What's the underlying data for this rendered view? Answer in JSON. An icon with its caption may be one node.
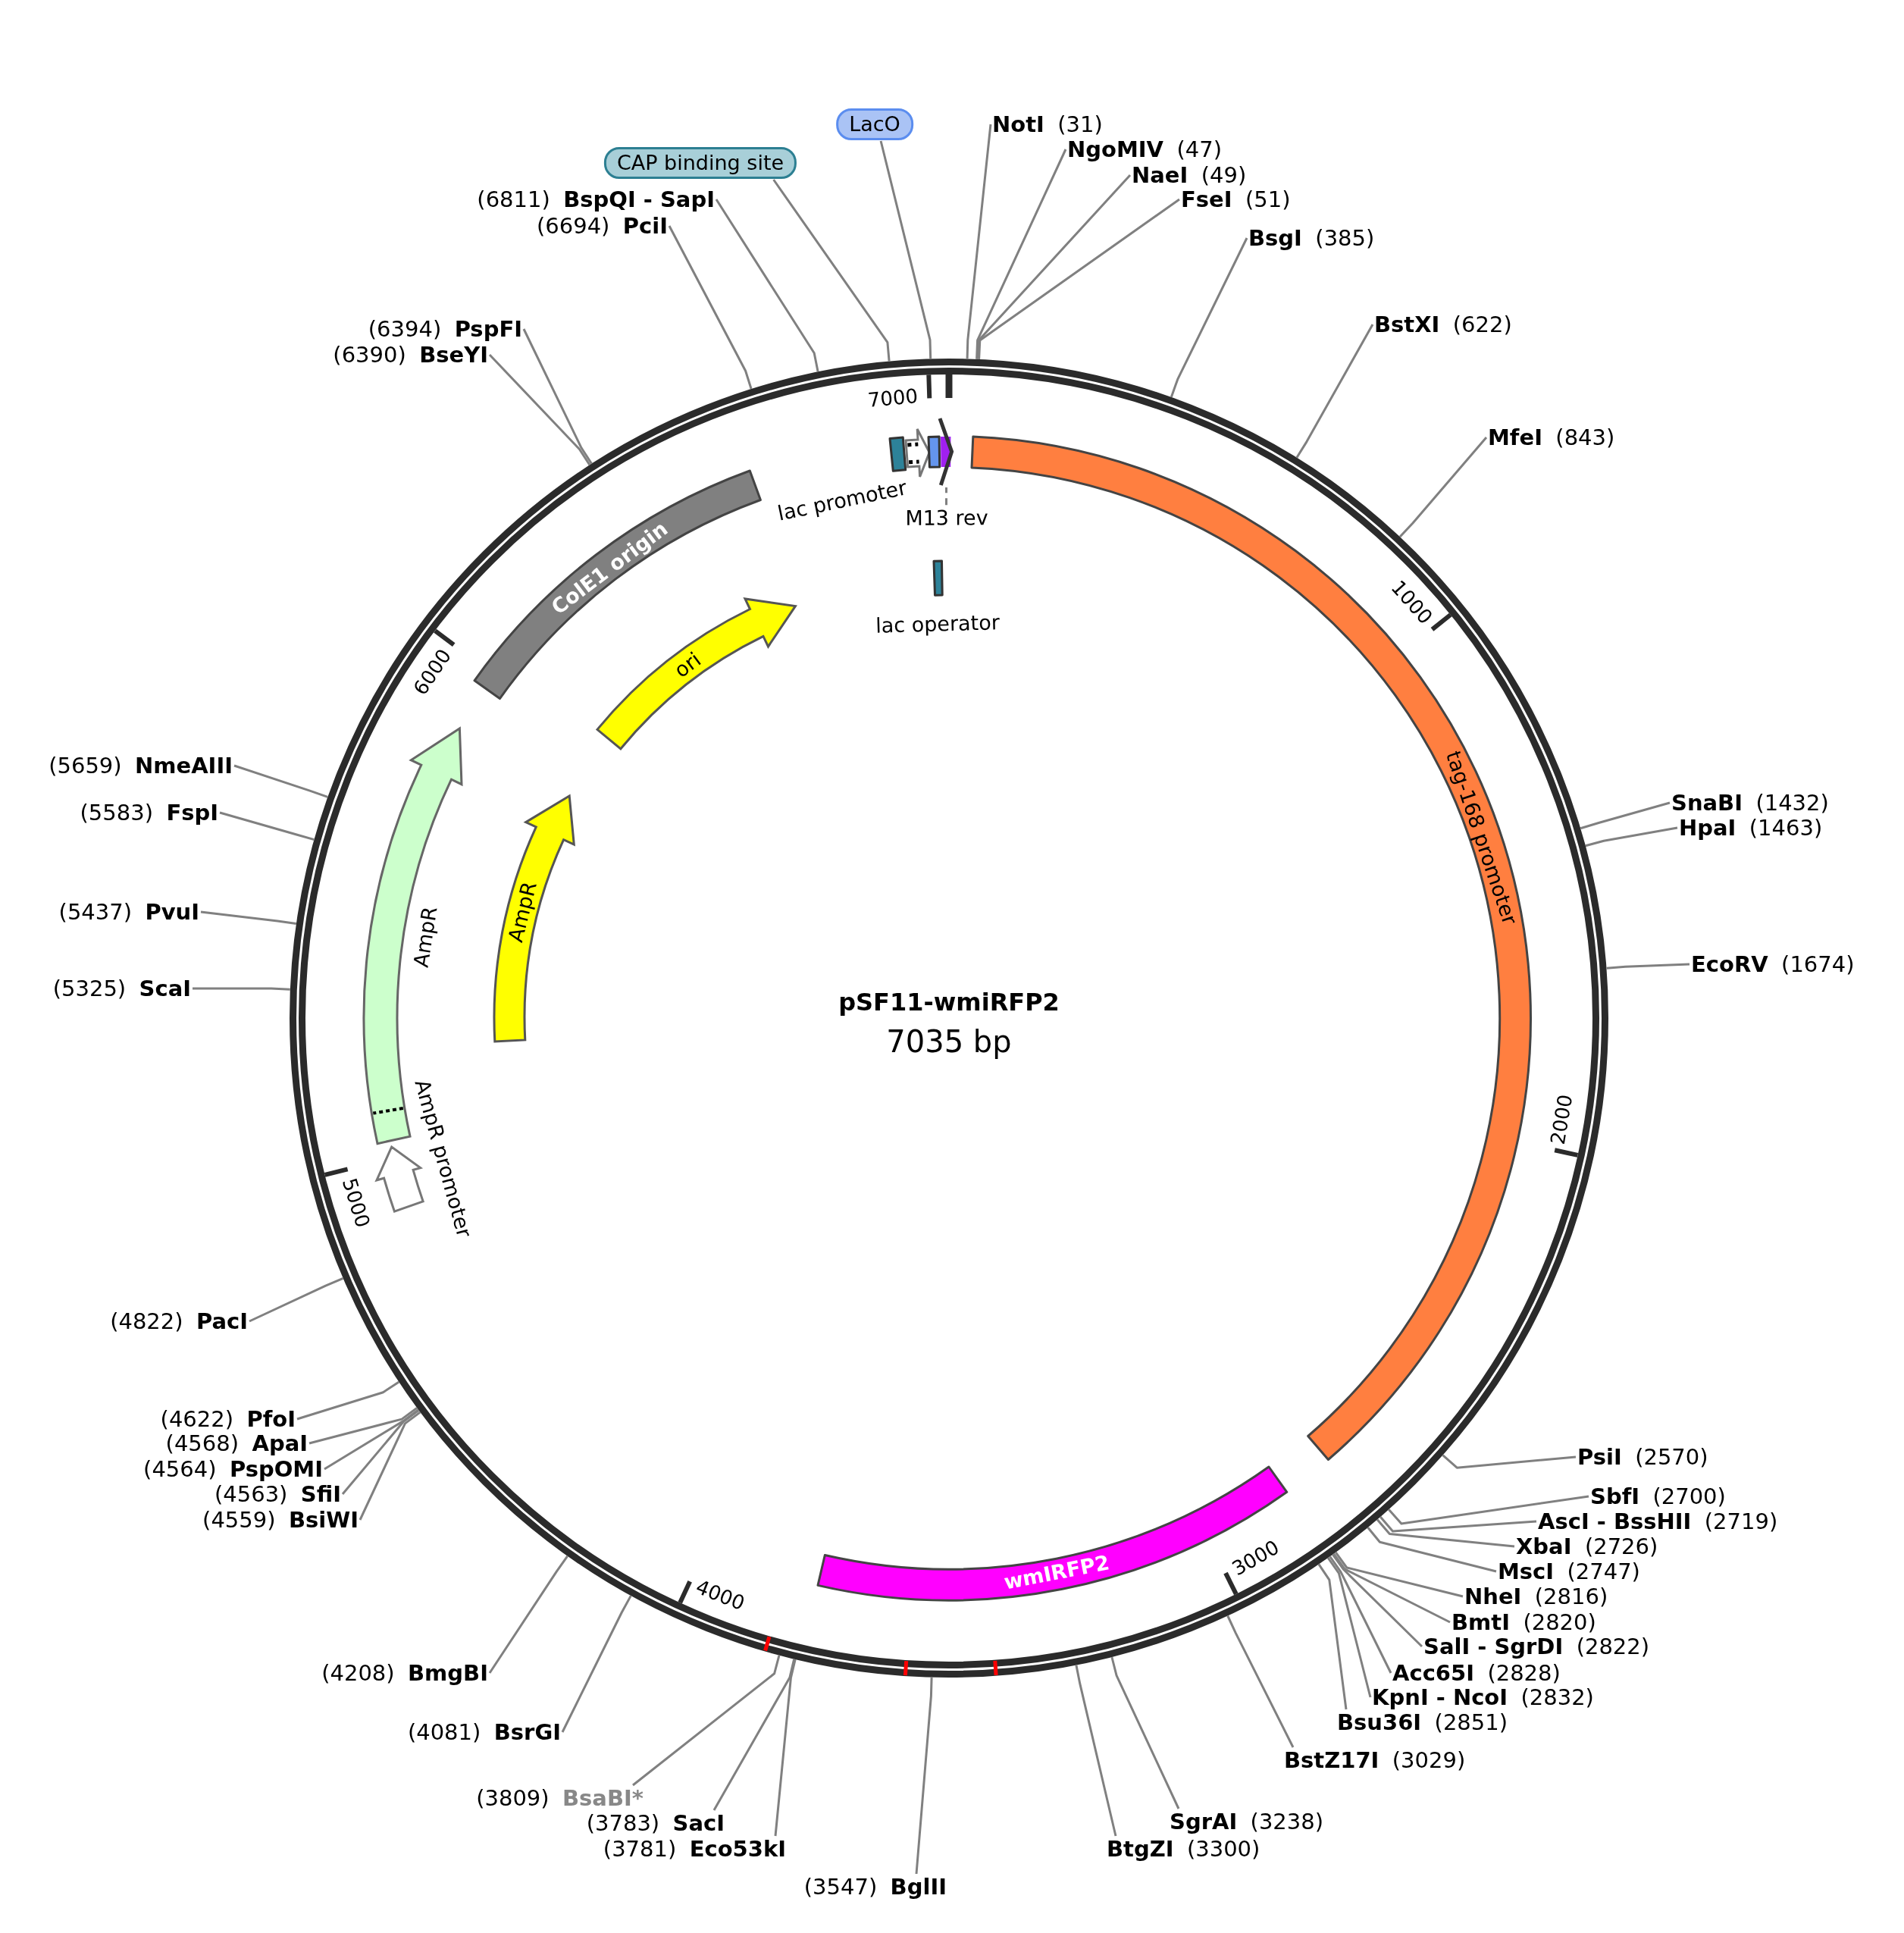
{
  "diagram": {
    "title": "pSF11-wmiRFP2",
    "nodes": [
      {
        "text": [],
        "shape": "circle"
      },
      {
        "text": [
          "CAP binding site"
        ]
      },
      {
        "text": [
          "LacO"
        ]
      },
      {
        "text": [
          "NotI",
          "(31)"
        ]
      },
      {
        "text": [
          "NgoMIV",
          "(47)"
        ]
      },
      {
        "text": [
          "NaeI",
          "(49)"
        ]
      },
      {
        "text": [
          "FseI",
          "(51)"
        ]
      },
      {
        "text": [
          "BsgI",
          "(385)"
        ]
      },
      {
        "text": [
          "BstXI",
          "(622)"
        ]
      },
      {
        "text": [
          "MfeI",
          "(843)"
        ]
      },
      {
        "text": [
          "SnaBI",
          "(1432)"
        ]
      },
      {
        "text": [
          "HpaI",
          "(1463)"
        ]
      },
      {
        "text": [
          "EcoRV",
          "(1674)"
        ]
      },
      {
        "text": [
          "PsiI",
          "(2570)"
        ]
      },
      {
        "text": [
          "SbfI",
          "(2700)"
        ]
      },
      {
        "text": [
          "AscI - BssHII",
          "(2719)"
        ]
      },
      {
        "text": [
          "XbaI",
          "(2726)"
        ]
      },
      {
        "text": [
          "MscI",
          "(2747)"
        ]
      },
      {
        "text": [
          "NheI",
          "(2816)"
        ]
      },
      {
        "text": [
          "BmtI",
          "(2820)"
        ]
      },
      {
        "text": [
          "SalI - SgrDI",
          "(2822)"
        ]
      },
      {
        "text": [
          "Acc65I",
          "(2828)"
        ]
      },
      {
        "text": [
          "KpnI - NcoI",
          "(2832)"
        ]
      },
      {
        "text": [
          "Bsu36I",
          "(2851)"
        ]
      },
      {
        "text": [
          "BstZ17I",
          "(3029)"
        ]
      },
      {
        "text": [
          "SgrAI",
          "(3238)"
        ]
      },
      {
        "text": [
          "BtgZI",
          "(3300)"
        ]
      },
      {
        "text": [
          "(3547)",
          "BglII"
        ]
      },
      {
        "text": [
          "(3781)",
          "Eco53kI"
        ]
      },
      {
        "text": [
          "(3783)",
          "SacI"
        ]
      },
      {
        "text": [
          "(3809)",
          "BsaBI*"
        ]
      },
      {
        "text": [
          "(4081)",
          "BsrGI"
        ]
      },
      {
        "text": [
          "(4208)",
          "BmgBI"
        ]
      },
      {
        "text": [
          "(4559)",
          "BsiWI"
        ]
      },
      {
        "text": [
          "(4563)",
          "SfiI"
        ]
      },
      {
        "text": [
          "(4564)",
          "PspOMI"
        ]
      },
      {
        "text": [
          "(4568)",
          "ApaI"
        ]
      },
      {
        "text": [
          "(4622)",
          "PfoI"
        ]
      },
      {
        "text": [
          "(4822)",
          "PacI"
        ]
      },
      {
        "text": [
          "(5325)",
          "ScaI"
        ]
      },
      {
        "text": [
          "(5437)",
          "PvuI"
        ]
      },
      {
        "text": [
          "(5583)",
          "FspI"
        ]
      },
      {
        "text": [
          "(5659)",
          "NmeAIII"
        ]
      },
      {
        "text": [
          "(6390)",
          "BseYI"
        ]
      },
      {
        "text": [
          "(6394)",
          "PspFI"
        ]
      },
      {
        "text": [
          "(6694)",
          "PciI"
        ]
      },
      {
        "text": [
          "(6811)",
          "BspQI - SapI"
        ]
      },
      {
        "text": [],
        "shape": "box",
        "in": 0
      },
      {
        "text": [
          "lac promoter"
        ],
        "in": 0
      },
      {
        "text": [],
        "shape": "box",
        "in": 0
      },
      {
        "text": [],
        "shape": "arrow",
        "in": 0
      },
      {
        "text": [
          "M13 rev"
        ],
        "in": 0
      },
      {
        "text": [
          "tag-168 promoter"
        ],
        "in": 0
      },
      {
        "text": [
          "lac operator"
        ],
        "in": 0
      },
      {
        "text": [
          "wmIRFP2"
        ],
        "in": 0
      },
      {
        "text": [
          "AmpR promoter"
        ],
        "in": 0
      },
      {
        "text": [],
        "shape": "arrow",
        "beside": [
          "AmpR"
        ],
        "in": 0
      },
      {
        "text": [
          "ColE1 origin"
        ],
        "in": 0
      },
      {
        "text": [
          "AmpR"
        ],
        "in": 0
      },
      {
        "text": [
          "ori"
        ],
        "in": 0
      }
    ],
    "edges": [
      {
        "from": 1,
        "to": 0,
        "arrow": "none"
      },
      {
        "from": 2,
        "to": 0,
        "arrow": "none"
      },
      {
        "from": 3,
        "to": 0,
        "arrow": "none"
      },
      {
        "from": 4,
        "to": 0,
        "arrow": "none"
      },
      {
        "from": 5,
        "to": 0,
        "arrow": "none"
      },
      {
        "from": 6,
        "to": 0,
        "arrow": "none"
      },
      {
        "from": 7,
        "to": 0,
        "arrow": "none"
      },
      {
        "from": 8,
        "to": 0,
        "arrow": "none"
      },
      {
        "from": 9,
        "to": 0,
        "arrow": "none"
      },
      {
        "from": 10,
        "to": 0,
        "arrow": "none"
      },
      {
        "from": 11,
        "to": 0,
        "arrow": "none"
      },
      {
        "from": 12,
        "to": 0,
        "arrow": "none"
      },
      {
        "from": 13,
        "to": 0,
        "arrow": "none"
      },
      {
        "from": 14,
        "to": 0,
        "arrow": "none"
      },
      {
        "from": 15,
        "to": 0,
        "arrow": "none"
      },
      {
        "from": 16,
        "to": 0,
        "arrow": "none"
      },
      {
        "from": 17,
        "to": 0,
        "arrow": "none"
      },
      {
        "from": 18,
        "to": 0,
        "arrow": "none"
      },
      {
        "from": 19,
        "to": 0,
        "arrow": "none"
      },
      {
        "from": 20,
        "to": 0,
        "arrow": "none"
      },
      {
        "from": 21,
        "to": 0,
        "arrow": "none"
      },
      {
        "from": 22,
        "to": 0,
        "arrow": "none"
      },
      {
        "from": 23,
        "to": 0,
        "arrow": "none"
      },
      {
        "from": 24,
        "to": 0,
        "arrow": "none"
      },
      {
        "from": 25,
        "to": 0,
        "arrow": "none"
      },
      {
        "from": 26,
        "to": 0,
        "arrow": "none"
      },
      {
        "from": 27,
        "to": 0,
        "arrow": "none"
      },
      {
        "from": 28,
        "to": 0,
        "arrow": "none"
      },
      {
        "from": 29,
        "to": 0,
        "arrow": "none"
      },
      {
        "from": 30,
        "to": 0,
        "arrow": "none"
      },
      {
        "from": 31,
        "to": 0,
        "arrow": "none"
      },
      {
        "from": 32,
        "to": 0,
        "arrow": "none"
      },
      {
        "from": 33,
        "to": 0,
        "arrow": "none"
      },
      {
        "from": 34,
        "to": 0,
        "arrow": "none"
      },
      {
        "from": 35,
        "to": 0,
        "arrow": "none"
      },
      {
        "from": 36,
        "to": 0,
        "arrow": "none"
      },
      {
        "from": 37,
        "to": 0,
        "arrow": "none"
      },
      {
        "from": 38,
        "to": 0,
        "arrow": "none"
      },
      {
        "from": 39,
        "to": 0,
        "arrow": "none"
      },
      {
        "from": 40,
        "to": 0,
        "arrow": "none"
      },
      {
        "from": 41,
        "to": 0,
        "arrow": "none"
      },
      {
        "from": 42,
        "to": 0,
        "arrow": "none"
      },
      {
        "from": 43,
        "to": 0,
        "arrow": "none"
      },
      {
        "from": 44,
        "to": 0,
        "arrow": "none"
      },
      {
        "from": 45,
        "to": 0,
        "arrow": "none"
      },
      {
        "from": 46,
        "to": 0,
        "arrow": "none"
      },
      {
        "from": 51,
        "to": 50,
        "arrow": "none",
        "style": "dashed"
      }
    ],
    "labels": [
      "7035 bp",
      "7000",
      "1000",
      "2000",
      "3000",
      "4000",
      "5000",
      "6000"
    ]
  }
}
